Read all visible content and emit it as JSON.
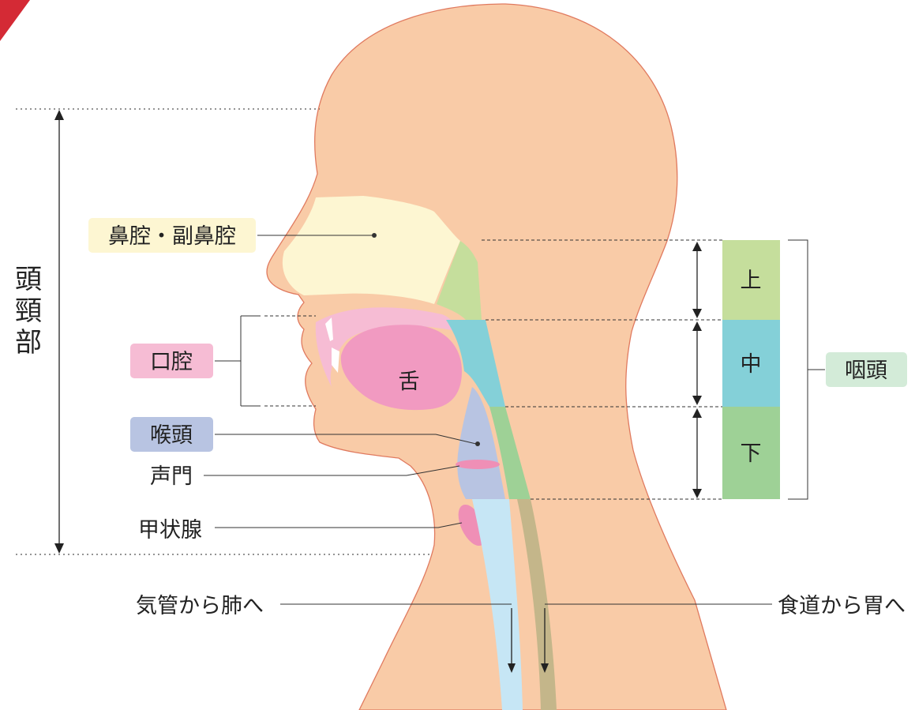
{
  "labels": {
    "head_neck": [
      "頭",
      "頸",
      "部"
    ],
    "nasal": "鼻腔・副鼻腔",
    "oral": "口腔",
    "tongue": "舌",
    "larynx": "喉頭",
    "glottis": "声門",
    "thyroid": "甲状腺",
    "pharynx": "咽頭",
    "upper": "上",
    "middle": "中",
    "lower": "下",
    "trachea": "気管から肺へ",
    "esophagus": "食道から胃へ"
  },
  "colors": {
    "skin": "#f9cba7",
    "skin_outline": "#e07a5f",
    "nasal_cavity": "#fdf6d2",
    "oral_cavity": "#f6bcd4",
    "tongue": "#f19ac1",
    "larynx": "#b8c4e2",
    "trachea": "#c6e6f5",
    "esophagus": "#c4b68a",
    "pharynx_label": "#d3ebd8",
    "upper": "#c5de9c",
    "middle": "#84d0d8",
    "lower": "#9ed196",
    "accent": "#d42a35"
  }
}
